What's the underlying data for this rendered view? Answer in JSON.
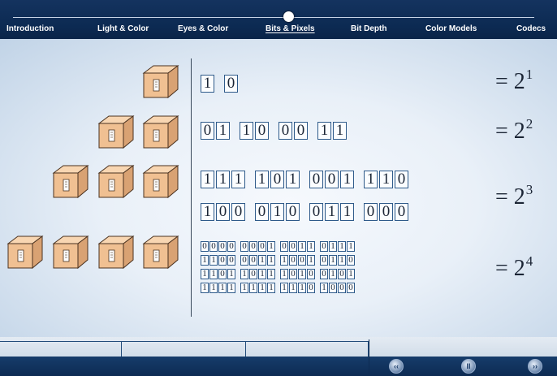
{
  "nav": {
    "items": [
      "Introduction",
      "Light & Color",
      "Eyes & Color",
      "Bits & Pixels",
      "Bit Depth",
      "Color Models",
      "Codecs"
    ],
    "active": "Bits & Pixels"
  },
  "rows": [
    {
      "boxes": 1,
      "groups": [
        [
          "1"
        ],
        [
          "0"
        ]
      ],
      "base": "= 2",
      "exp": "1"
    },
    {
      "boxes": 2,
      "groups": [
        [
          "0",
          "1"
        ],
        [
          "1",
          "0"
        ],
        [
          "0",
          "0"
        ],
        [
          "1",
          "1"
        ]
      ],
      "base": "= 2",
      "exp": "2"
    },
    {
      "boxes": 3,
      "groups": [
        [
          "1",
          "1",
          "1"
        ],
        [
          "1",
          "0",
          "1"
        ],
        [
          "0",
          "0",
          "1"
        ],
        [
          "1",
          "1",
          "0"
        ],
        [
          "1",
          "0",
          "0"
        ],
        [
          "0",
          "1",
          "0"
        ],
        [
          "0",
          "1",
          "1"
        ],
        [
          "0",
          "0",
          "0"
        ]
      ],
      "base": "= 2",
      "exp": "3"
    },
    {
      "boxes": 4,
      "groups": [
        [
          "0",
          "0",
          "0",
          "0"
        ],
        [
          "0",
          "0",
          "0",
          "1"
        ],
        [
          "0",
          "0",
          "1",
          "1"
        ],
        [
          "0",
          "1",
          "1",
          "1"
        ],
        [
          "1",
          "1",
          "0",
          "0"
        ],
        [
          "0",
          "0",
          "1",
          "1"
        ],
        [
          "1",
          "0",
          "0",
          "1"
        ],
        [
          "0",
          "1",
          "1",
          "0"
        ],
        [
          "1",
          "1",
          "0",
          "1"
        ],
        [
          "1",
          "0",
          "1",
          "1"
        ],
        [
          "1",
          "0",
          "1",
          "0"
        ],
        [
          "0",
          "1",
          "0",
          "1"
        ],
        [
          "1",
          "1",
          "1",
          "1"
        ],
        [
          "1",
          "1",
          "1",
          "1"
        ],
        [
          "1",
          "1",
          "1",
          "0"
        ],
        [
          "1",
          "0",
          "0",
          "0"
        ]
      ],
      "base": "= 2",
      "exp": "4"
    }
  ],
  "controls": {
    "prev_icon": "back-arrows-icon",
    "pause_icon": "pause-icon",
    "next_icon": "forward-arrows-icon",
    "prev_glyph": "‹‹",
    "pause_glyph": "II",
    "next_glyph": "››"
  },
  "colors": {
    "nav_bg": "#0c2a52",
    "bit_border": "#2e5a8a",
    "box_fill": "#f0c092"
  }
}
